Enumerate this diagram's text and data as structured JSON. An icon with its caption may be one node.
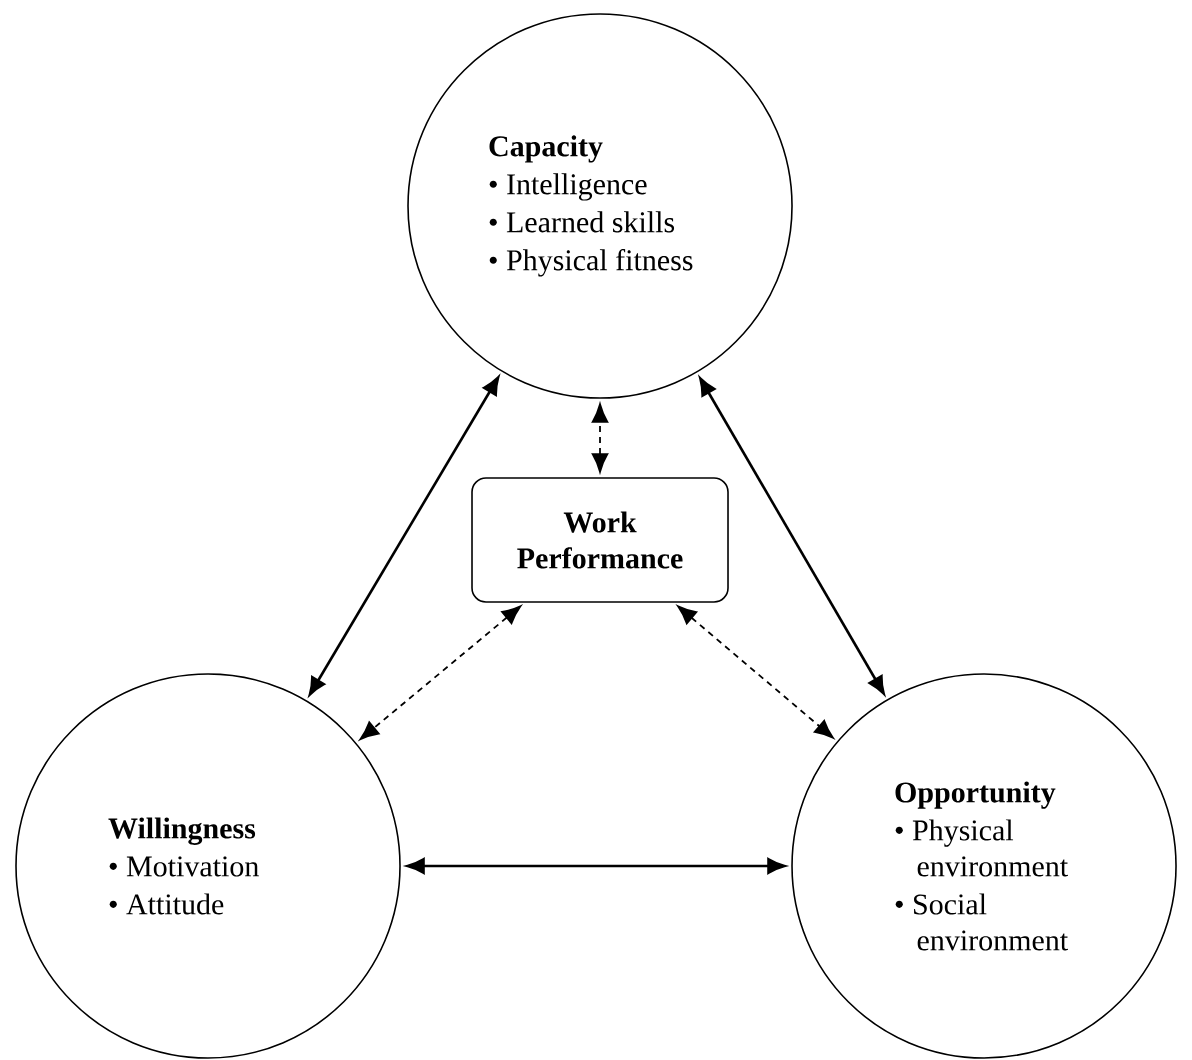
{
  "diagram": {
    "nodes": [
      {
        "text": [
          "Capacity",
          "• Intelligence",
          "• Learned skills",
          "• Physical fitness"
        ]
      },
      {
        "text": [
          "Willingness",
          "• Motivation",
          "• Attitude"
        ]
      },
      {
        "text": [
          "Opportunity",
          "• Physical environment",
          "• Social environment"
        ]
      },
      {
        "text": [
          "Work Performance"
        ]
      }
    ],
    "edges": [
      {
        "from": 0,
        "to": 1,
        "arrow": "both"
      },
      {
        "from": 0,
        "to": 2,
        "arrow": "both"
      },
      {
        "from": 1,
        "to": 2,
        "arrow": "both"
      },
      {
        "from": 3,
        "to": 0,
        "arrow": "both",
        "style": "dashed"
      },
      {
        "from": 3,
        "to": 1,
        "arrow": "both",
        "style": "dashed"
      },
      {
        "from": 3,
        "to": 2,
        "arrow": "both",
        "style": "dashed"
      }
    ]
  }
}
